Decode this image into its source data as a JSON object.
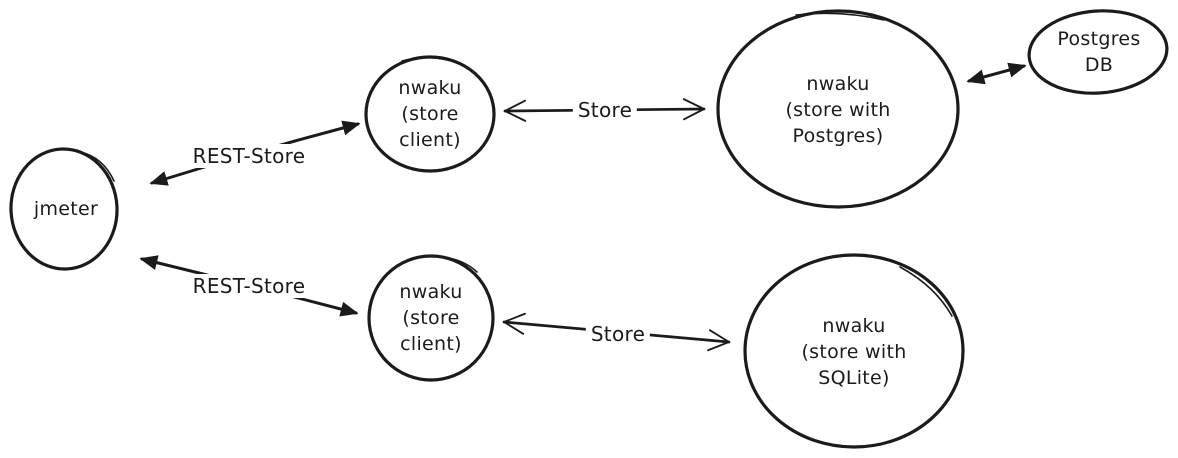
{
  "diagram": {
    "colors": {
      "ink": "#1b1b1b",
      "background": "#ffffff"
    },
    "nodes": {
      "jmeter": {
        "lines": [
          "jmeter"
        ]
      },
      "store_client_top": {
        "lines": [
          "nwaku",
          "(store",
          "client)"
        ]
      },
      "store_postgres": {
        "lines": [
          "nwaku",
          "(store with",
          "Postgres)"
        ]
      },
      "postgres_db": {
        "lines": [
          "Postgres",
          "DB"
        ]
      },
      "store_client_bottom": {
        "lines": [
          "nwaku",
          "(store",
          "client)"
        ]
      },
      "store_sqlite": {
        "lines": [
          "nwaku",
          "(store with",
          "SQLite)"
        ]
      }
    },
    "edges": {
      "rest_store_top": {
        "label": "REST-Store"
      },
      "store_top": {
        "label": "Store"
      },
      "rest_store_bottom": {
        "label": "REST-Store"
      },
      "store_bottom": {
        "label": "Store"
      }
    }
  }
}
